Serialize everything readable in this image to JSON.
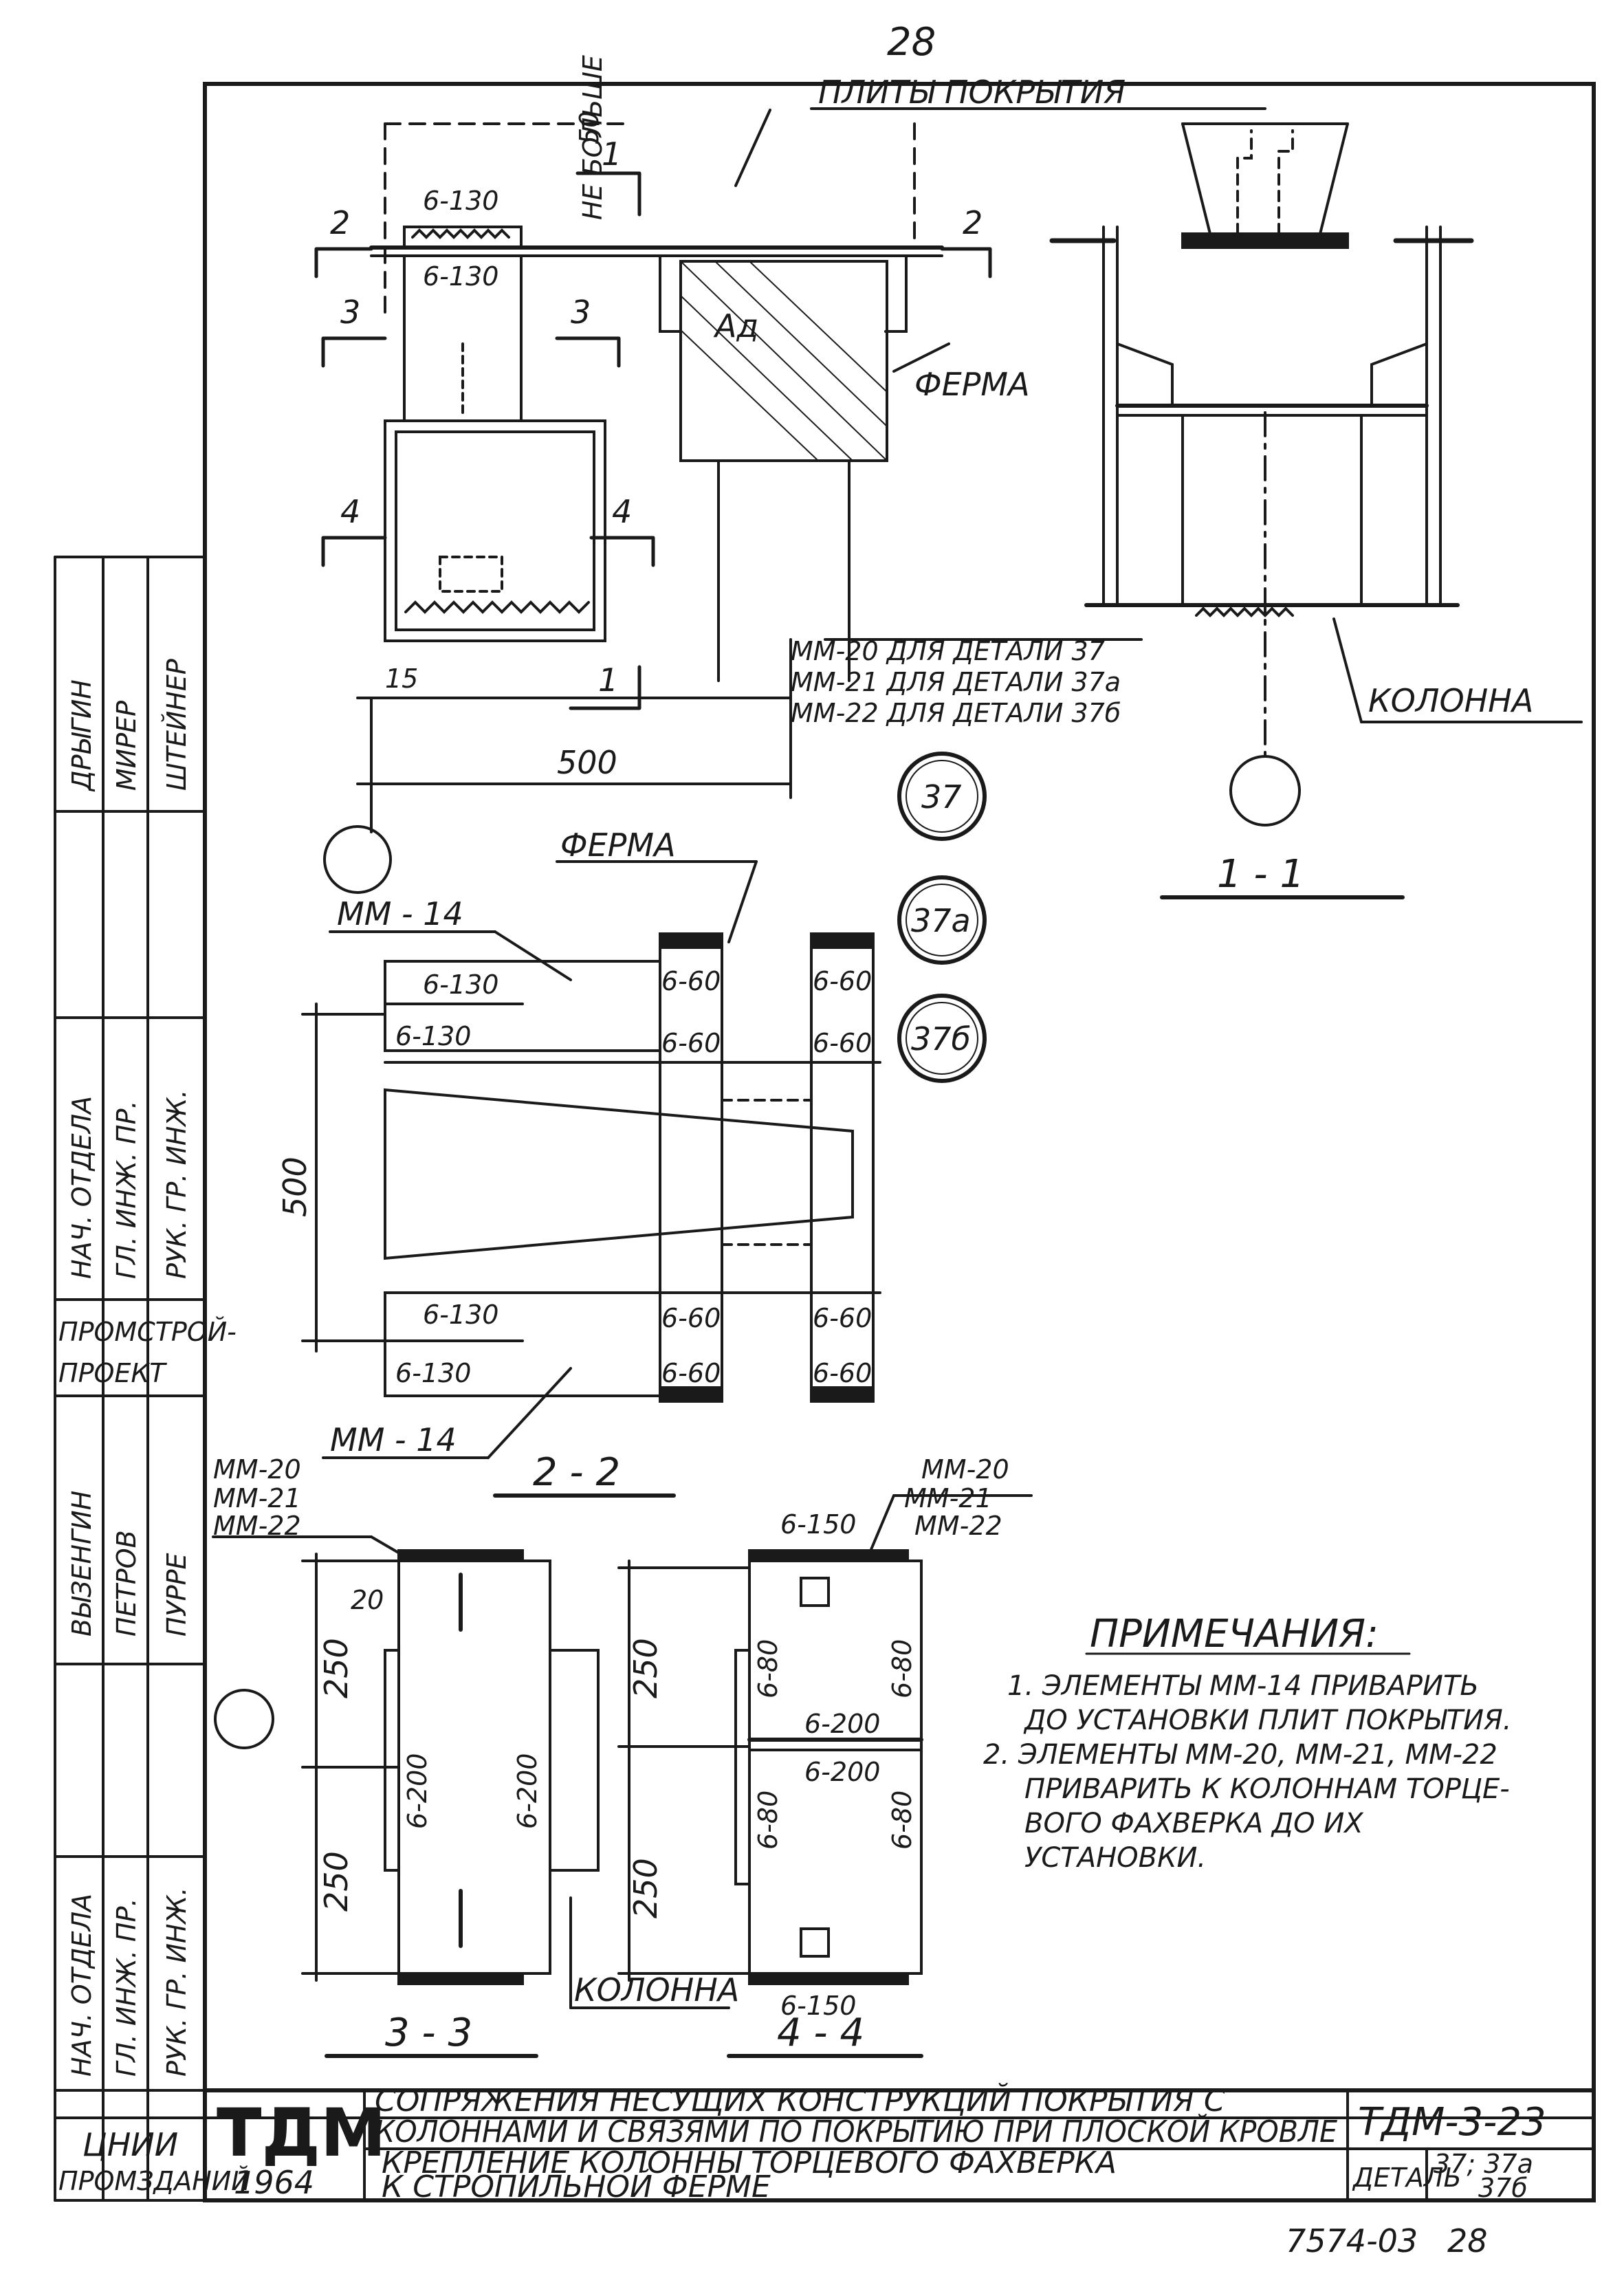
{
  "page_number": "28",
  "sheet_code_bottom": "7574-03",
  "sheet_code_bottom_2": "28",
  "top_view": {
    "roof_slabs": "ПЛИТЫ ПОКРЫТИЯ",
    "not_more": "НЕ БОЛЬШЕ",
    "gap_50": "50",
    "weld_6_130_a": "6-130",
    "weld_6_130_b": "6-130",
    "truss": "ФЕРМА",
    "cut_1": "1",
    "cut_2": "2",
    "cut_3": "3",
    "cut_4": "4",
    "dim_15": "15",
    "dim_500": "500",
    "mm20": "ММ-20 ДЛЯ ДЕТАЛИ 37",
    "mm21": "ММ-21 ДЛЯ ДЕТАЛИ 37а",
    "mm22": "ММ-22 ДЛЯ ДЕТАЛИ 37б",
    "column": "КОЛОННА",
    "ad": "Ад"
  },
  "detail_marks": [
    "37",
    "37а",
    "37б"
  ],
  "section_1_1": "1 - 1",
  "section_2_2": {
    "title": "2 - 2",
    "truss": "ФЕРМА",
    "mm14_top": "ММ - 14",
    "mm14_bottom": "ММ - 14",
    "dim_500": "500",
    "weld_6_130": "6-130",
    "weld_6_60": "6-60"
  },
  "section_3_3": {
    "title": "3 - 3",
    "mm20": "ММ-20",
    "mm21": "ММ-21",
    "mm22": "ММ-22",
    "dim_20": "20",
    "dim_250": "250",
    "weld_6_200": "6-200"
  },
  "section_4_4": {
    "title": "4 - 4",
    "mm20": "ММ-20",
    "mm21": "ММ-21",
    "mm22": "ММ-22",
    "weld_6_150": "6-150",
    "weld_6_80": "6-80",
    "weld_6_200": "6-200",
    "dim_250": "250",
    "column": "КОЛОННА"
  },
  "notes": {
    "title": "ПРИМЕЧАНИЯ:",
    "lines": [
      "1. ЭЛЕМЕНТЫ ММ-14 ПРИВАРИТЬ",
      "ДО УСТАНОВКИ ПЛИТ ПОКРЫТИЯ.",
      "2. ЭЛЕМЕНТЫ ММ-20, ММ-21, ММ-22",
      "ПРИВАРИТЬ К КОЛОННАМ ТОРЦЕ-",
      "ВОГО ФАХВЕРКА ДО ИХ",
      "УСТАНОВКИ."
    ]
  },
  "side_stamp_top": {
    "roles": [
      "НАЧ. ОТДЕЛА",
      "ГЛ. ИНЖ. ПР.",
      "РУК. ГР. ИНЖ."
    ],
    "names": [
      "ДРЫГИН",
      "МИРЕР",
      "ШТЕЙНЕР"
    ]
  },
  "side_org": [
    "ПРОМСТРОЙ-",
    "ПРОЕКТ"
  ],
  "side_stamp_bottom": {
    "roles": [
      "НАЧ. ОТДЕЛА",
      "ГЛ. ИНЖ. ПР.",
      "РУК. ГР. ИНЖ."
    ],
    "names": [
      "ВЫЗЕНГИН",
      "ПЕТРОВ",
      "ПУРРЕ"
    ]
  },
  "title_block": {
    "org_1": "ЦНИИ",
    "org_2": "ПРОМЗДАНИЙ",
    "series_mark": "ТДМ",
    "year": "1964",
    "title_line_1": "СОПРЯЖЕНИЯ НЕСУЩИХ КОНСТРУКЦИЙ ПОКРЫТИЯ С",
    "title_line_2": "КОЛОННАМИ И СВЯЗЯМИ ПО ПОКРЫТИЮ ПРИ ПЛОСКОЙ КРОВЛЕ",
    "subtitle_line_1": "КРЕПЛЕНИЕ КОЛОННЫ ТОРЦЕВОГО ФАХВЕРКА",
    "subtitle_line_2": "К СТРОПИЛЬНОЙ ФЕРМЕ",
    "doc_code": "ТДМ-3-23",
    "detail_label": "ДЕТАЛЬ",
    "detail_no_1": "37; 37а",
    "detail_no_2": "37б"
  }
}
